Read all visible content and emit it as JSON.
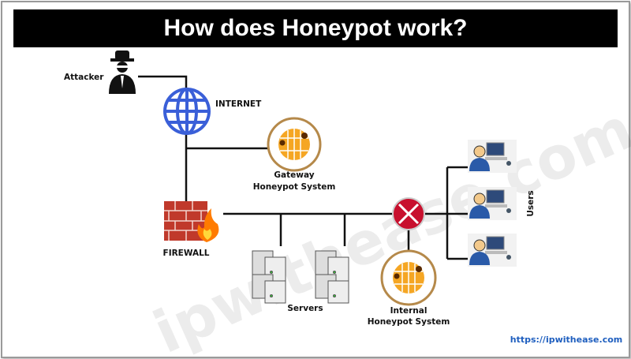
{
  "title": "How does Honeypot work?",
  "labels": {
    "attacker": "Attacker",
    "internet": "INTERNET",
    "gateway_line1": "Gateway",
    "gateway_line2": "Honeypot System",
    "firewall": "FIREWALL",
    "servers": "Servers",
    "internal_line1": "Internal",
    "internal_line2": "Honeypot System",
    "users": "Users"
  },
  "watermark": "ipwithease.com",
  "url": "https://ipwithease.com",
  "colors": {
    "title_bg": "#000000",
    "router": "#c8102e",
    "honeypot": "#f5a623",
    "globe": "#3a5fd8",
    "firewall": "#c0392b",
    "url": "#1f5fbf"
  }
}
